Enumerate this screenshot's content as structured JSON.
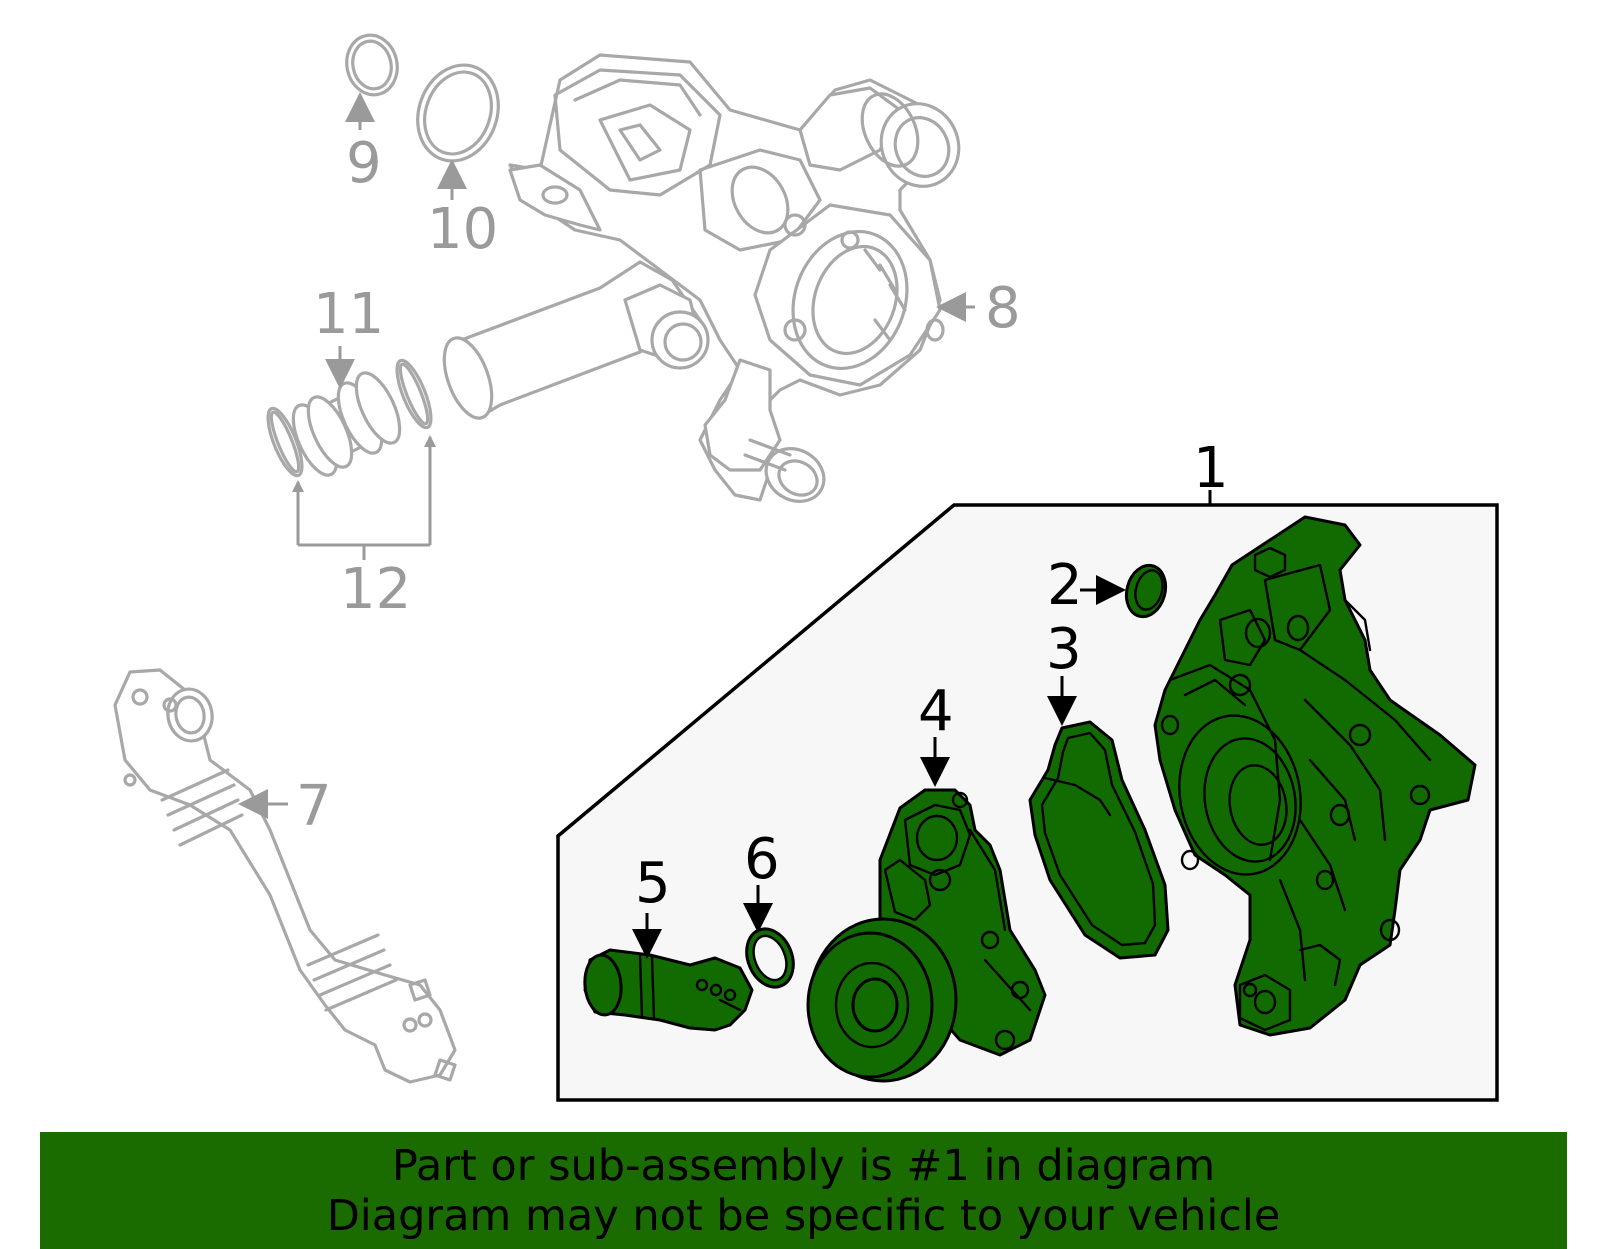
{
  "callouts": {
    "c1": "1",
    "c2": "2",
    "c3": "3",
    "c4": "4",
    "c5": "5",
    "c6": "6",
    "c7": "7",
    "c8": "8",
    "c9": "9",
    "c10": "10",
    "c11": "11",
    "c12": "12"
  },
  "banner": {
    "line1": "Part or sub-assembly is #1 in diagram",
    "line2": "Diagram may not be specific to your vehicle"
  },
  "colors": {
    "highlight": "#126b00",
    "banner": "#1a6b00",
    "ghost": "#a8a8a8",
    "panel": "#f7f7f7"
  }
}
